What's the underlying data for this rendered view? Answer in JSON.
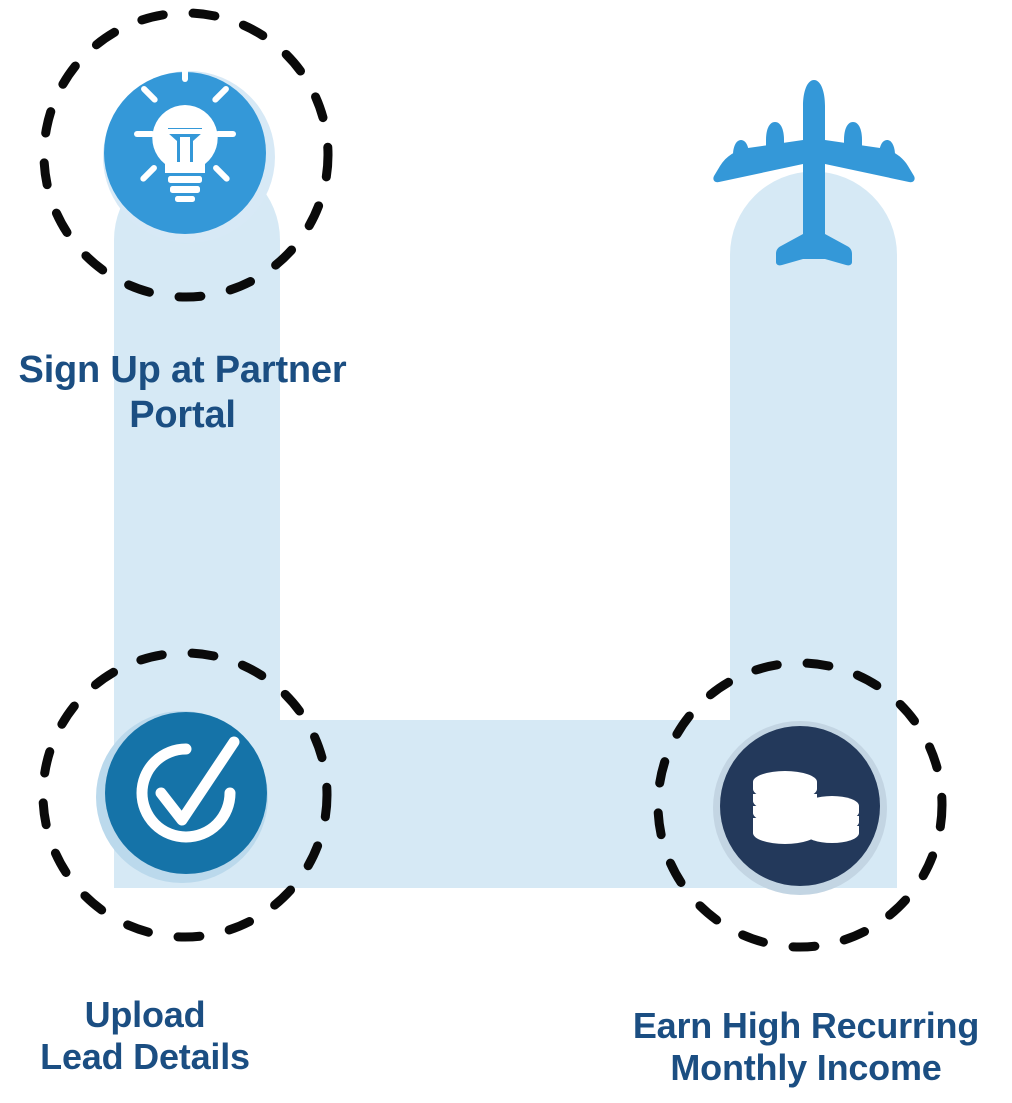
{
  "diagram": {
    "title": "Partner Program Three Step Process",
    "type": "process-flow",
    "background_color": "#ffffff",
    "path_color": "#D6E9F5",
    "label_color": "#1B4E82",
    "dashed_circle_color": "#000000"
  },
  "steps": [
    {
      "id": "signup",
      "order": 1,
      "label": "Sign Up at Partner\nPortal",
      "icon": "lightbulb-icon",
      "icon_color": "#FFFFFF",
      "badge_color": "#3498D8",
      "badge_ring_color": "#D6E9F5",
      "has_dashed_circle": true
    },
    {
      "id": "upload",
      "order": 2,
      "label": "Upload\nLead Details",
      "icon": "check-circle-icon",
      "icon_color": "#FFFFFF",
      "badge_color": "#1573A8",
      "badge_ring_color": "#BBD9EC",
      "has_dashed_circle": true
    },
    {
      "id": "earn",
      "order": 3,
      "label": "Earn High Recurring\nMonthly Income",
      "icon": "coins-icon",
      "icon_color": "#FFFFFF",
      "badge_color": "#23395B",
      "badge_ring_color": "#C3D5E3",
      "has_dashed_circle": true
    }
  ],
  "decorations": [
    {
      "id": "airplane",
      "icon": "airplane-icon",
      "color": "#3498D8",
      "description": "Airplane traveling up the right track"
    }
  ]
}
